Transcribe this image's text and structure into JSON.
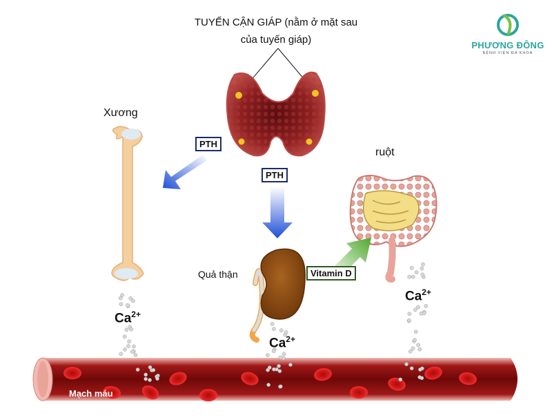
{
  "logo": {
    "name": "PHƯƠNG ĐÔNG",
    "subtitle": "BỆNH VIỆN ĐA KHOA",
    "color": "#2aa6a0"
  },
  "title": {
    "line1": "TUYẾN CẬN GIÁP (nằm ở mặt sau",
    "line2": "của tuyến giáp)"
  },
  "labels": {
    "bone": "Xương",
    "intestine": "ruột",
    "kidney": "Quả thận",
    "vessel": "Mạch máu"
  },
  "hormones": {
    "pth_bone": "PTH",
    "pth_kidney": "PTH",
    "vitamin_d": "Vitamin D"
  },
  "ions": {
    "symbol": "Ca",
    "charge": "2+"
  },
  "colors": {
    "pth_arrow": "#1f4fd6",
    "vitamin_arrow": "#5cae3a",
    "blood": "#7a0a0a",
    "rbc": "#d11a1a",
    "bone": "#f6cf9f",
    "kidney": "#8a4a16",
    "thyroid": "#a32a2a"
  }
}
